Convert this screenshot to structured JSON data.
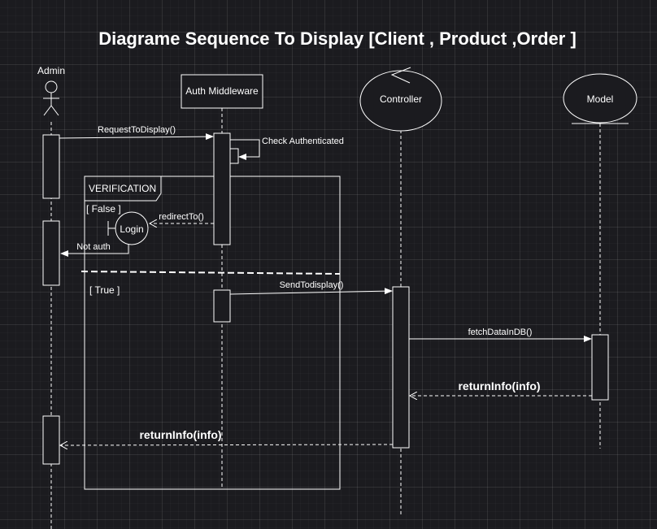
{
  "title": "Diagrame Sequence To Display [Client , Product ,Order ]",
  "participants": {
    "admin": "Admin",
    "auth": "Auth Middleware",
    "controller": "Controller",
    "model": "Model"
  },
  "messages": {
    "request": "RequestToDisplay()",
    "check": "Check Authenticated",
    "redirect": "redirectTo()",
    "not_auth": "Not auth",
    "send": "SendTodisplay()",
    "fetch": "fetchDataInDB()",
    "return_model": "returnInfo(info)",
    "return_admin": "returnInfo(info)"
  },
  "fragment": {
    "name": "VERIFICATION",
    "guard_false": "[ False ]",
    "guard_true": "[ True ]"
  },
  "login_label": "Login",
  "colors": {
    "background": "#1b1b1f",
    "stroke": "#ffffff"
  }
}
